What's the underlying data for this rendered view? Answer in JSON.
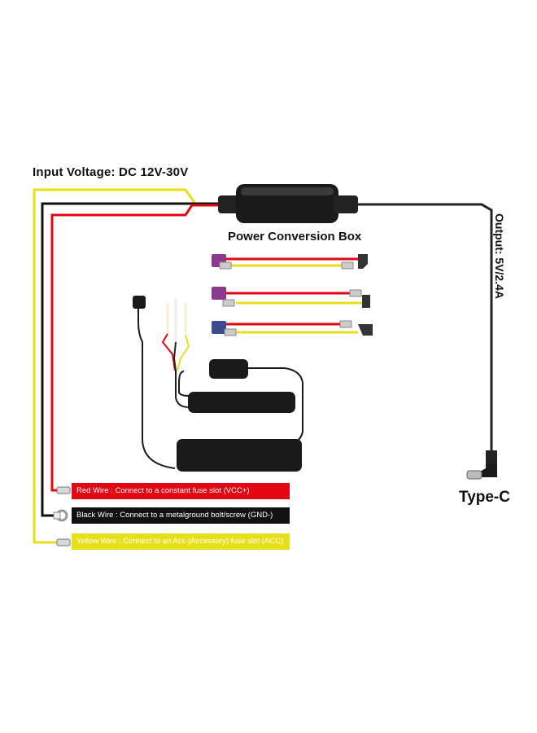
{
  "labels": {
    "input_voltage": "Input Voltage: DC 12V-30V",
    "box": "Power Conversion Box",
    "output": "Output: 5V/2.4A",
    "connector": "Type-C"
  },
  "wires": [
    {
      "id": "red",
      "text": "Red Wire : Connect to a constant fuse slot (VCC+)",
      "color": "#e30613"
    },
    {
      "id": "black",
      "text": "Black Wire : Connect to a metalground bolt/screw (GND-)",
      "color": "#111111"
    },
    {
      "id": "yellow",
      "text": "Yellow Wire : Connect to an Acc (Accessory) fuse slot (ACC)",
      "color": "#e6e01a"
    }
  ]
}
